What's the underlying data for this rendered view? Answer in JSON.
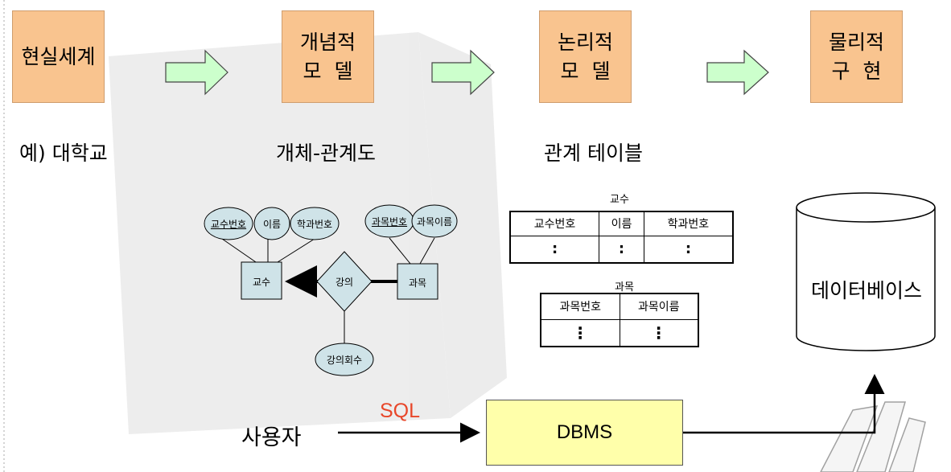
{
  "stages": [
    {
      "lines": [
        "현실세계"
      ]
    },
    {
      "lines": [
        "개념적",
        "모  델"
      ]
    },
    {
      "lines": [
        "논리적",
        "모  델"
      ]
    },
    {
      "lines": [
        "물리적",
        "구  현"
      ]
    }
  ],
  "captions": [
    "예) 대학교",
    "개체-관계도",
    "관계 테이블"
  ],
  "er": {
    "entity_professor": "교수",
    "entity_course": "과목",
    "relationship": "강의",
    "attr_prof_id": "교수번호",
    "attr_name": "이름",
    "attr_dept_id": "학과번호",
    "attr_course_id": "과목번호",
    "attr_course_name": "과목이름",
    "attr_count": "강의회수"
  },
  "table_professor": {
    "title": "교수",
    "headers": [
      "교수번호",
      "이름",
      "학과번호"
    ],
    "ellipsis": ":"
  },
  "table_course": {
    "title": "과목",
    "headers": [
      "과목번호",
      "과목이름"
    ],
    "ellipsis": "⋮"
  },
  "database_label": "데이터베이스",
  "dbms_label": "DBMS",
  "user_label": "사용자",
  "sql_label": "SQL",
  "colors": {
    "stage_fill": "#f9c48f",
    "arrow_fill": "#ccffcc",
    "er_fill": "#cfe3e8",
    "dbms_fill": "#ffffaa",
    "sql_text": "#e8472a"
  }
}
